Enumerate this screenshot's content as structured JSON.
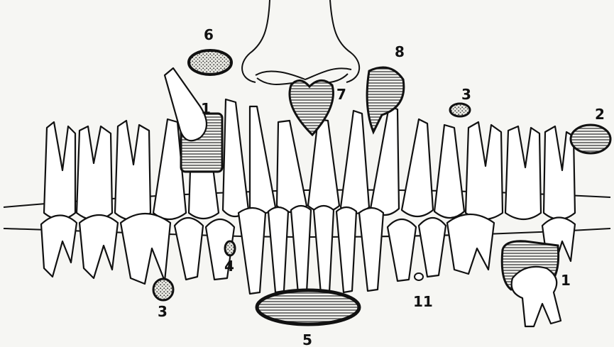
{
  "figure": {
    "labels": [
      {
        "key": "l1a",
        "text": "1"
      },
      {
        "key": "l1b",
        "text": "1"
      },
      {
        "key": "l2",
        "text": "2"
      },
      {
        "key": "l3a",
        "text": "3"
      },
      {
        "key": "l3b",
        "text": "3"
      },
      {
        "key": "l4",
        "text": "4"
      },
      {
        "key": "l5",
        "text": "5"
      },
      {
        "key": "l6",
        "text": "6"
      },
      {
        "key": "l7",
        "text": "7"
      },
      {
        "key": "l8",
        "text": "8"
      },
      {
        "key": "l11",
        "text": "11"
      }
    ]
  },
  "colors": {
    "ink": "#111111",
    "paper": "#f6f6f3",
    "hatch": "#555555"
  }
}
